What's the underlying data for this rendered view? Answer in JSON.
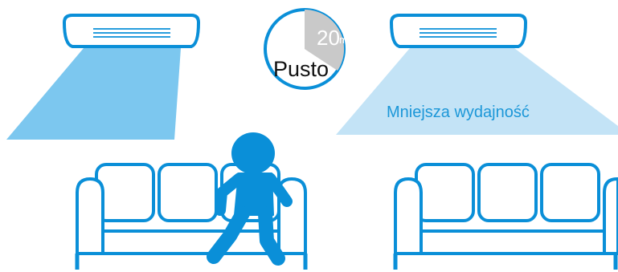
{
  "timer": {
    "value": "20",
    "unit": "m",
    "status": "Pusto"
  },
  "right_scene": {
    "airflow_label": "Mniejsza wydajność"
  },
  "colors": {
    "blue": "#0a8fd8",
    "light_blue": "#7cc7ef",
    "pale_blue": "#c3e3f6",
    "timer_gray": "#c9c9c9",
    "white": "#ffffff",
    "black": "#111111"
  },
  "icons": [
    "air-conditioner-icon",
    "sofa-icon",
    "person-icon",
    "timer-icon"
  ]
}
